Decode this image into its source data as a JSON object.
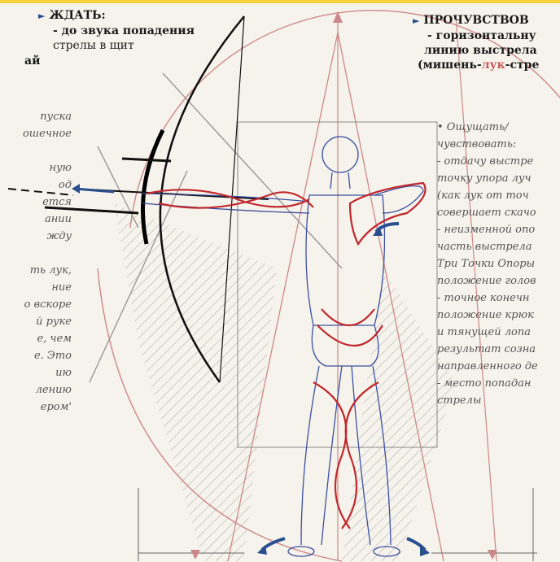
{
  "top_left_heading": "ЖДАТЬ:",
  "top_left_line1": "- до звука попадения",
  "top_left_line2": "стрелы в щит",
  "top_right_heading": "ПРОЧУВСТВОВ",
  "top_right_line1": "- горизонтальну",
  "top_right_line2": "линию выстрела",
  "top_right_line3_a": "(мишень-",
  "top_right_line3_b": "лук",
  "top_right_line3_c": "-стре",
  "left_edge_fragment": "ай",
  "left_column": [
    "пуска",
    "ошечное",
    "",
    "ную",
    "од",
    "ется",
    "ании",
    "жду",
    "",
    "ть лук,",
    "ние",
    "о вскоре",
    "й руке",
    "е, чем",
    "е. Это",
    "ию",
    "лению",
    "ером'"
  ],
  "right_column": [
    "• Ощущать/",
    "чувствовать:",
    "- отдачу выстре",
    "точку упора луч",
    "(как лук от точ",
    "совершает скачо",
    "- неизменной опо",
    "часть выстрела",
    "Три Точки Опоры",
    "положение голов",
    "- точное конечн",
    "положение крюк",
    "и тянущей лопа",
    "результат созна",
    "направленного де",
    "- место попадан",
    "стрелы"
  ],
  "colors": {
    "accent_red": "#c0282d",
    "accent_blue": "#2a4f8f",
    "line": "#222222",
    "hatch": "#9a9a9a"
  }
}
